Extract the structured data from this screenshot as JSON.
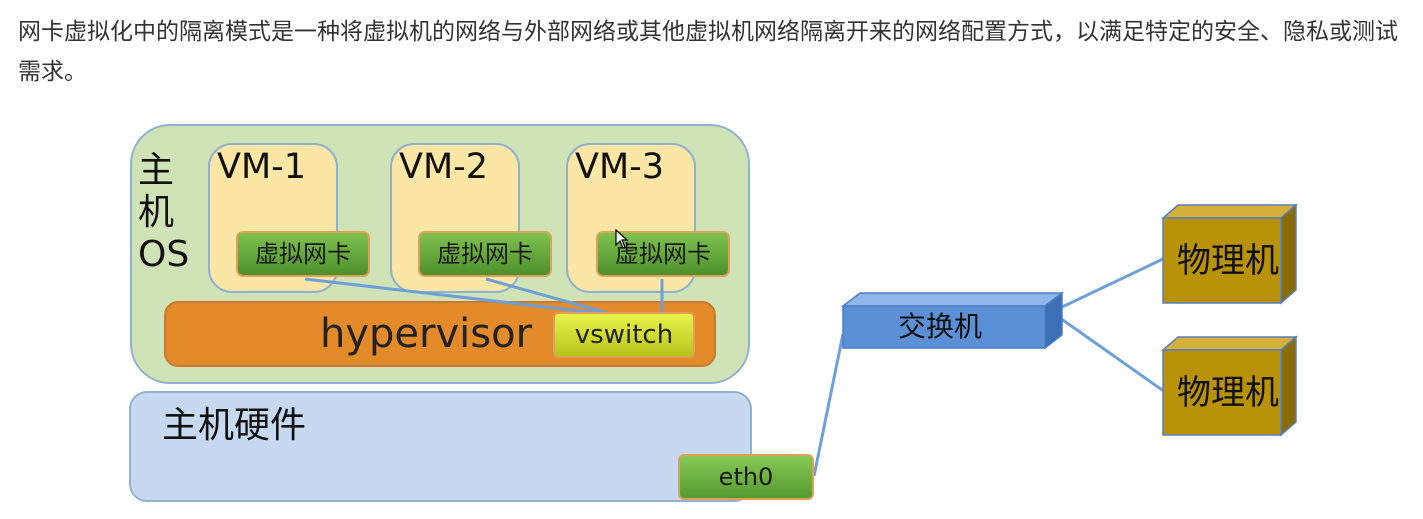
{
  "intro_text": "网卡虚拟化中的隔离模式是一种将虚拟机的网络与外部网络或其他虚拟机网络隔离开来的网络配置方式，以满足特定的安全、隐私或测试需求。",
  "diagram": {
    "host_os_label": [
      "主",
      "机",
      "OS"
    ],
    "vms": [
      {
        "title": "VM-1",
        "nic": "虚拟网卡"
      },
      {
        "title": "VM-2",
        "nic": "虚拟网卡"
      },
      {
        "title": "VM-3",
        "nic": "虚拟网卡"
      }
    ],
    "hypervisor": "hypervisor",
    "vswitch": "vswitch",
    "host_hardware": "主机硬件",
    "eth0": "eth0",
    "switch": "交换机",
    "physical_machines": [
      "物理机",
      "物理机"
    ]
  },
  "colors": {
    "host_os_fill": "#cfe3b7",
    "vm_fill": "#fbe6a6",
    "hypervisor_fill": "#e38a2b",
    "vswitch_fill": "#d8e432",
    "host_hw_fill": "#c6d9f0",
    "nic_fill": "#5fa33a",
    "switch_fill": "#5b8fd6",
    "physical_fill": "#b8930a",
    "link_color": "#6f9fd8"
  }
}
